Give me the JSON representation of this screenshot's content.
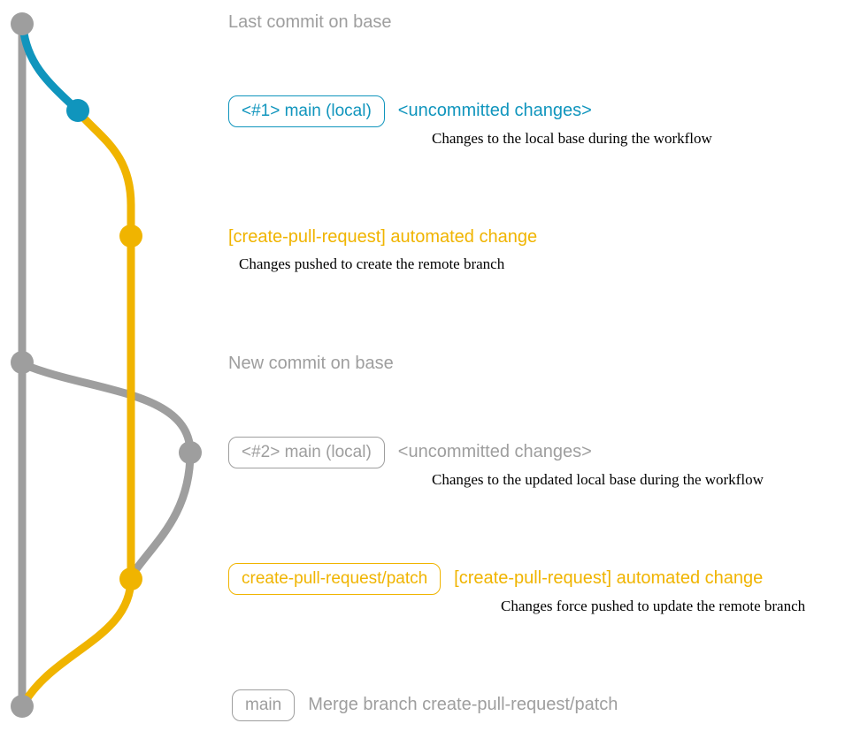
{
  "colors": {
    "gray": "#9e9e9e",
    "teal": "#1095bd",
    "yellow": "#f0b400",
    "description_text": "#000000",
    "background": "#ffffff"
  },
  "labels": {
    "last_commit_on_base": "Last commit on base",
    "new_commit_on_base": "New commit on base"
  },
  "rows": {
    "local_main_1": {
      "badge": "<#1> main (local)",
      "status": "<uncommitted changes>",
      "description": "Changes to the local base during the workflow"
    },
    "automated_change_1": {
      "label": "[create-pull-request] automated change",
      "description": "Changes pushed to create the remote branch"
    },
    "local_main_2": {
      "badge": "<#2> main (local)",
      "status": "<uncommitted changes>",
      "description": "Changes to the updated local base during the workflow"
    },
    "automated_change_2": {
      "badge": "create-pull-request/patch",
      "label": "[create-pull-request] automated change",
      "description": "Changes force pushed to update the remote branch"
    },
    "merge": {
      "badge": "main",
      "label": "Merge branch create-pull-request/patch"
    }
  }
}
